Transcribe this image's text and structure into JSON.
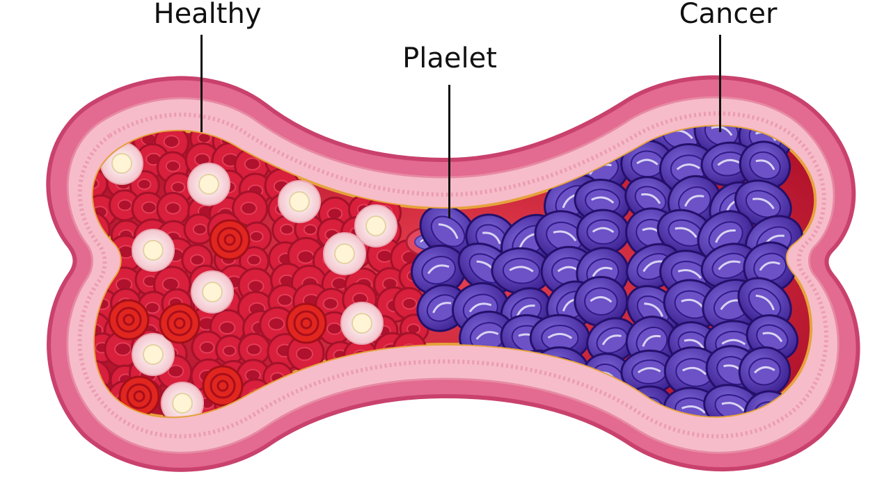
{
  "labels": {
    "healthy": "Healthy",
    "platelet": "Plaelet",
    "cancer": "Cancer"
  },
  "colors": {
    "vessel_outer": "#e0608a",
    "vessel_wall": "#f4b3c4",
    "vessel_inner_line": "#e6a23c",
    "lumen": "#d3203a",
    "red_cell": "#d81f3c",
    "red_cell_dark": "#a3122a",
    "white_cell": "#fbe9e6",
    "white_cell_nucleus": "#fff4d6",
    "cancer_cell": "#4b2ea6",
    "cancer_cell_light": "#6c51c7",
    "platelet": "#6a5ac8"
  },
  "icons": {
    "healthy_region": "red-blood-cell-icon",
    "white_cell": "white-blood-cell-icon",
    "platelet": "platelet-icon",
    "cancer_region": "cancer-cell-icon"
  }
}
